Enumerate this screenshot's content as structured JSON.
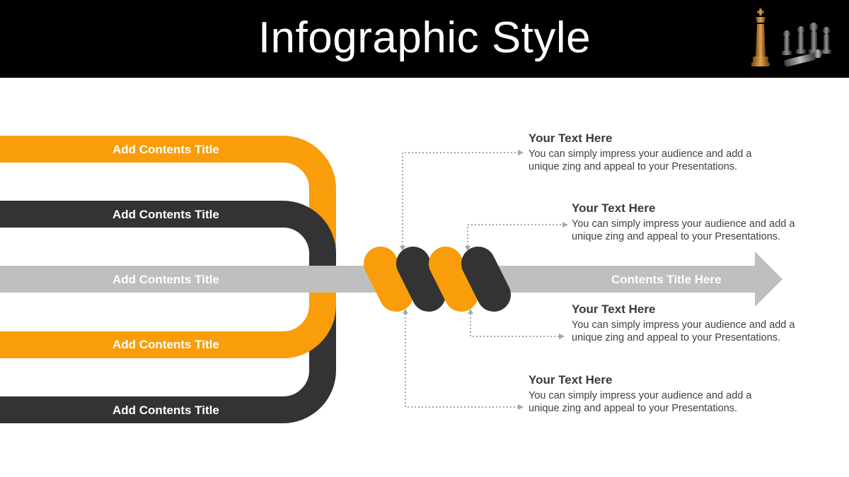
{
  "slide": {
    "title": "Infographic Style"
  },
  "bands": [
    {
      "label": "Add Contents Title",
      "color": "#f99d0a"
    },
    {
      "label": "Add Contents Title",
      "color": "#333333"
    },
    {
      "label": "Add Contents Title",
      "color": "#bfbfbf"
    },
    {
      "label": "Add Contents Title",
      "color": "#f99d0a"
    },
    {
      "label": "Add Contents Title",
      "color": "#333333"
    }
  ],
  "arrow": {
    "label": "Contents Title Here",
    "color": "#bfbfbf"
  },
  "callouts": [
    {
      "title": "Your Text Here",
      "body": "You can simply impress your audience and add a unique zing and appeal to your Presentations."
    },
    {
      "title": "Your Text Here",
      "body": "You can simply impress your audience and add a unique zing and appeal to your Presentations."
    },
    {
      "title": "Your Text Here",
      "body": "You can simply impress your audience and add a unique zing and appeal to your Presentations."
    },
    {
      "title": "Your Text Here",
      "body": "You can simply impress your audience and add a unique zing and appeal to your Presentations."
    }
  ],
  "colors": {
    "accent": "#f99d0a",
    "dark": "#333333",
    "gray": "#bfbfbf",
    "header_bg": "#000000",
    "connector": "#a6a6a6"
  },
  "icons": {
    "logo": "chess-pieces-icon"
  }
}
